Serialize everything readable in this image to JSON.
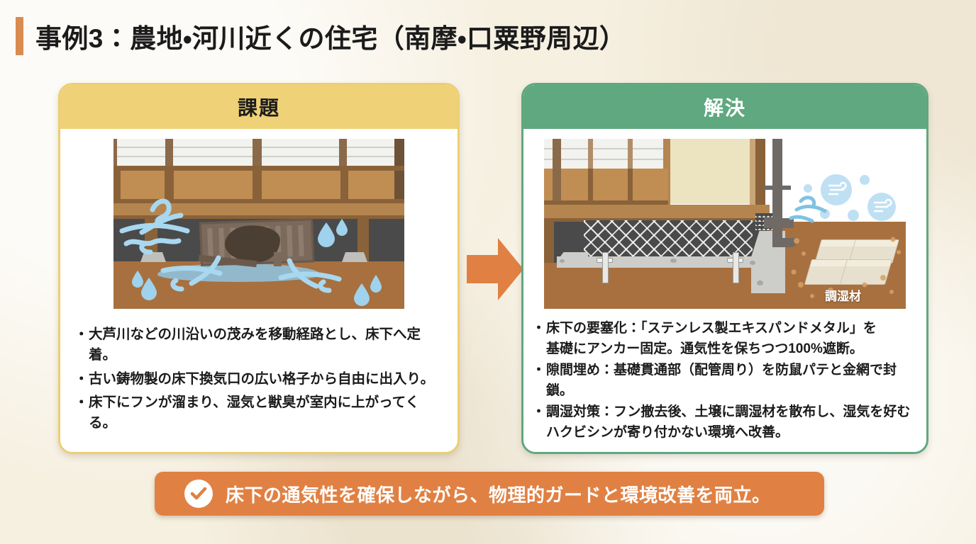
{
  "slide": {
    "title": "事例3：農地・河川近くの住宅（南摩・口粟野周辺）",
    "accent_color": "#d98c4f",
    "background_color": "#f6f0e1"
  },
  "problem_card": {
    "header_label": "課題",
    "header_color": "#efd277",
    "border_color": "#eccf72",
    "illustration_name": "crawlspace-broken-vent-illustration",
    "bullets": [
      "大芦川などの川沿いの茂みを移動経路とし、床下へ定着。",
      "古い鋳物製の床下換気口の広い格子から自由に出入り。",
      "床下にフンが溜まり、湿気と獣臭が室内に上がってくる。"
    ]
  },
  "solution_card": {
    "header_label": "解決",
    "header_color": "#5fa880",
    "border_color": "#5fa880",
    "illustration_name": "crawlspace-expanded-metal-illustration",
    "illustration_label": "調湿材",
    "bullets": [
      "床下の要塞化：「ステンレス製エキスパンドメタル」を\n基礎にアンカー固定。通気性を保ちつつ100%遮断。",
      "隙間埋め：基礎貫通部（配管周り）を防鼠パテと金網で封鎖。",
      "調湿対策：フン撤去後、土壌に調湿材を散布し、湿気を好む\nハクビシンが寄り付かない環境へ改善。"
    ]
  },
  "arrow": {
    "name": "right-arrow",
    "color": "#e08143"
  },
  "banner": {
    "icon_name": "check-circle-icon",
    "text": "床下の通気性を確保しながら、物理的ガードと環境改善を両立。",
    "color": "#e08143"
  }
}
